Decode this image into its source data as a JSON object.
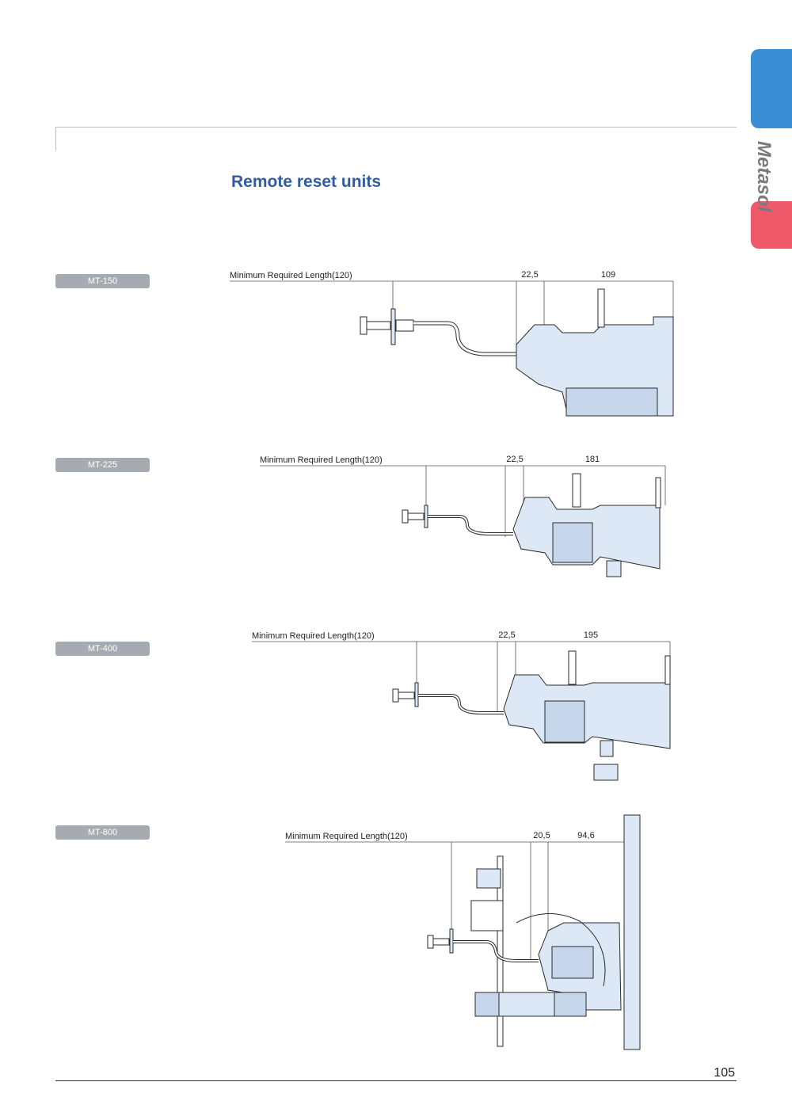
{
  "brand": "Metasol",
  "title": "Remote reset units",
  "page_number": "105",
  "colors": {
    "accent_blue": "#3a8fd4",
    "accent_red": "#ef5a6a",
    "title": "#2f5d9e",
    "pill": "#a6abb2",
    "body_fill": "#dce8f6"
  },
  "units": [
    {
      "model": "MT-150",
      "length_label": "Minimum Required Length(120)",
      "dim1": "22,5",
      "dim2": "109"
    },
    {
      "model": "MT-225",
      "length_label": "Minimum Required Length(120)",
      "dim1": "22,5",
      "dim2": "181"
    },
    {
      "model": "MT-400",
      "length_label": "Minimum Required Length(120)",
      "dim1": "22,5",
      "dim2": "195"
    },
    {
      "model": "MT-800",
      "length_label": "Minimum Required Length(120)",
      "dim1": "20,5",
      "dim2": "94,6"
    }
  ]
}
